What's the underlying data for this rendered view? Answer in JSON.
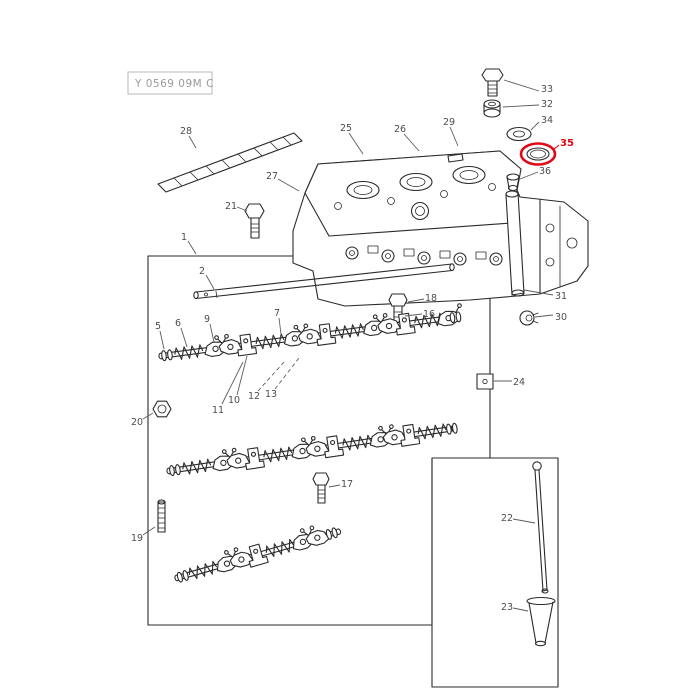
{
  "diagram": {
    "code_label": "Y 0569 09M C",
    "highlighted_callout": "35",
    "colors": {
      "line": "#2b2b2b",
      "label": "#4d4d4d",
      "highlight": "#e30613",
      "code_text": "#9a9a9a"
    },
    "callouts": {
      "c1": "1",
      "c2": "2",
      "c5": "5",
      "c6": "6",
      "c7": "7",
      "c9": "9",
      "c10": "10",
      "c11": "11",
      "c12": "12",
      "c13": "13",
      "c16": "16",
      "c17": "17",
      "c18": "18",
      "c19": "19",
      "c20": "20",
      "c21": "21",
      "c22": "22",
      "c23": "23",
      "c24": "24",
      "c25": "25",
      "c26": "26",
      "c27": "27",
      "c28": "28",
      "c29": "29",
      "c30": "30",
      "c31": "31",
      "c32": "32",
      "c33": "33",
      "c34": "34",
      "c35": "35",
      "c36": "36"
    }
  }
}
